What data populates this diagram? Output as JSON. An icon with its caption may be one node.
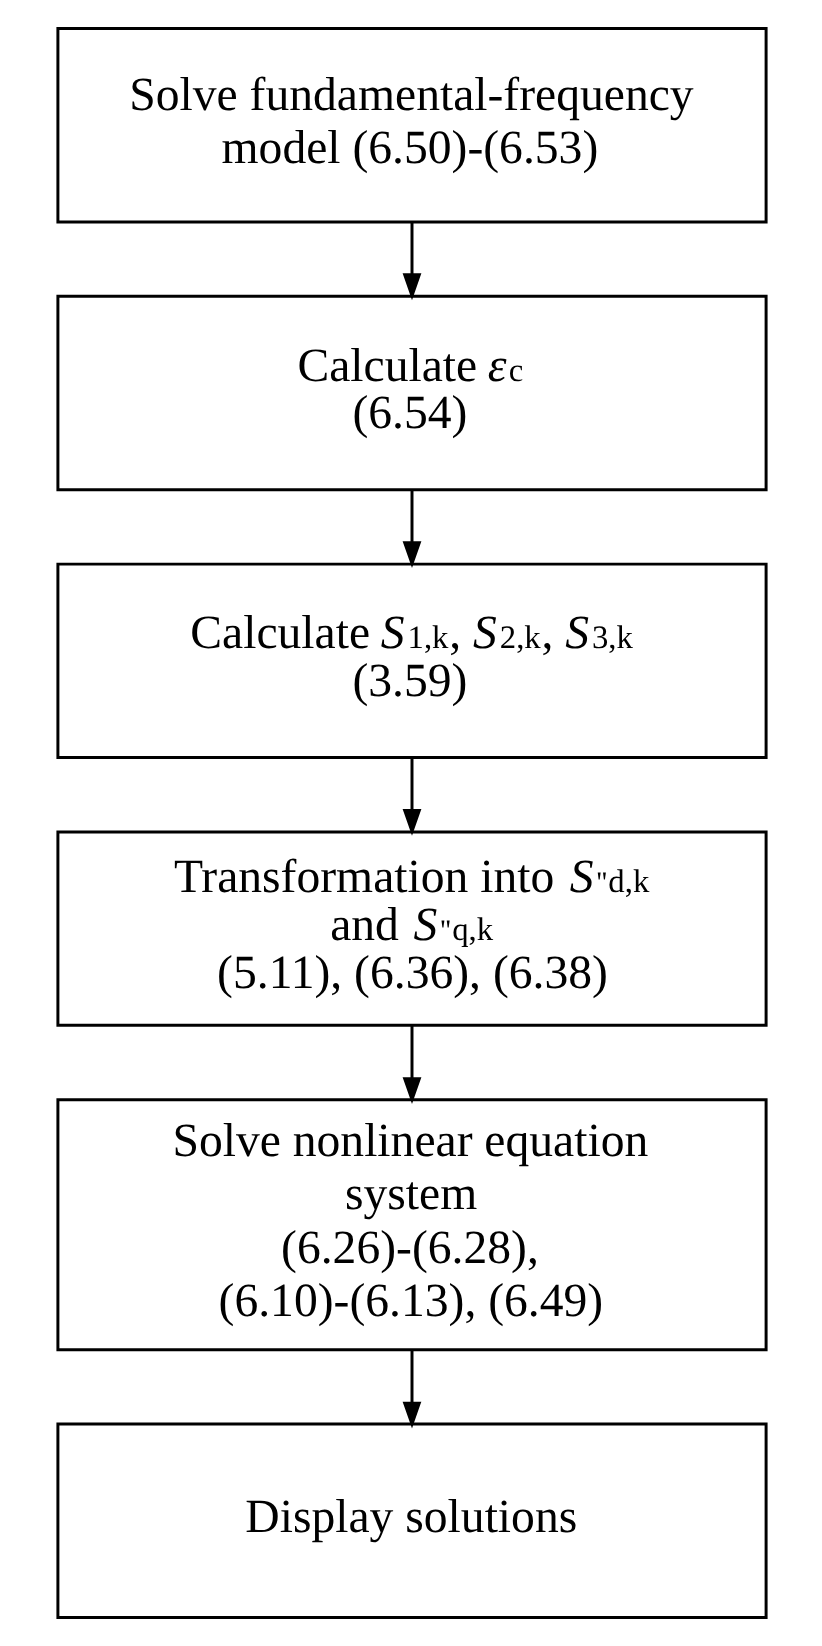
{
  "diagram": {
    "nodes": [
      {
        "text": [
          "Solve fundamental-frequency model (6.50)-(6.53)"
        ]
      },
      {
        "text": [
          "Calculate *ε*$_{c}$",
          "(6.54)"
        ]
      },
      {
        "text": [
          "Calculate *S*$_{1,k}$, *S*$_{2,k}$, *S*$_{3,k}$",
          "(3.59)"
        ]
      },
      {
        "text": [
          "Transformation into *S*$^{''}$$_{d,k}$ and *S*$^{''}$$_{q,k}$",
          "(5.11), (6.36), (6.38)"
        ]
      },
      {
        "text": [
          "Solve nonlinear equation system",
          "(6.26)-(6.28), (6.10)-(6.13), (6.49)"
        ]
      },
      {
        "text": [
          "Display solutions"
        ]
      }
    ],
    "edges": [
      {
        "from": 0,
        "to": 1,
        "arrow": "to"
      },
      {
        "from": 1,
        "to": 2,
        "arrow": "to"
      },
      {
        "from": 2,
        "to": 3,
        "arrow": "to"
      },
      {
        "from": 3,
        "to": 4,
        "arrow": "to"
      },
      {
        "from": 4,
        "to": 5,
        "arrow": "to"
      }
    ]
  }
}
